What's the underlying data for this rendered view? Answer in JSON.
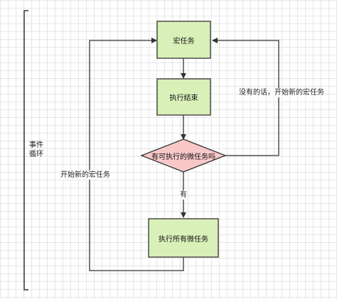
{
  "nodes": {
    "macro_task": "宏任务",
    "exec_done": "执行结束",
    "decision": "有可执行的微任务吗",
    "exec_micro": "执行所有微任务"
  },
  "labels": {
    "event_loop": [
      "事件",
      "循环"
    ],
    "no_branch": "没有的话，开始新的宏任务",
    "yes_branch": "有",
    "left_loop": "开始新的宏任务"
  },
  "colors": {
    "process_fill": "#d9f0b9",
    "decision_fill": "#f8c8c8",
    "stroke": "#333333"
  }
}
